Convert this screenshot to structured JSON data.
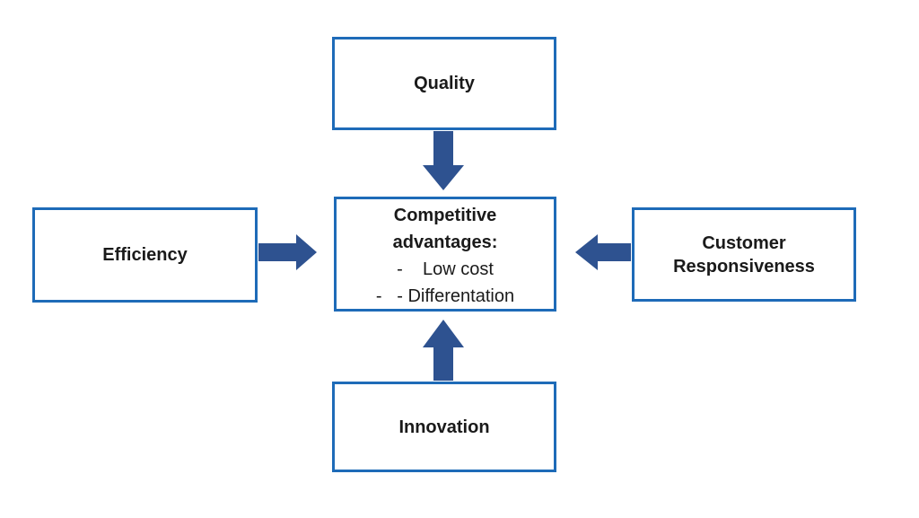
{
  "diagram": {
    "colors": {
      "box_border": "#1e6bb8",
      "arrow_fill": "#2e5290",
      "text": "#1a1a1a",
      "background": "#ffffff"
    },
    "nodes": {
      "quality": {
        "label": "Quality"
      },
      "efficiency": {
        "label": "Efficiency"
      },
      "customer": {
        "label": "Customer Responsiveness"
      },
      "innovation": {
        "label": "Innovation"
      },
      "center": {
        "title_line1": "Competitive",
        "title_line2": "advantages:",
        "bullet1": "-    Low cost",
        "bullet2": "-   - Differentation"
      }
    },
    "arrows": {
      "quality_to_center": "arrow-down",
      "efficiency_to_center": "arrow-right",
      "customer_to_center": "arrow-left",
      "innovation_to_center": "arrow-up"
    }
  }
}
